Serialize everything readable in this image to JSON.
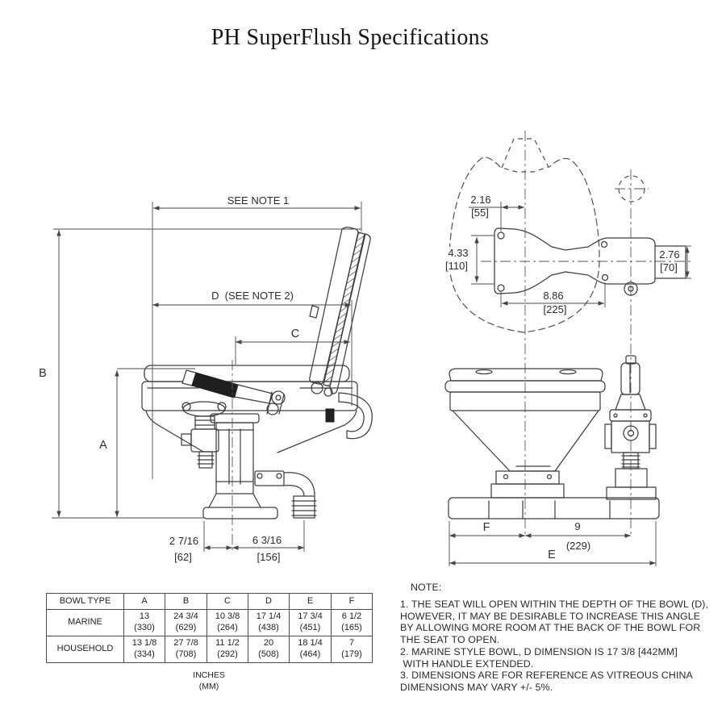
{
  "title": "PH SuperFlush Specifications",
  "colors": {
    "ink": "#3d3d3d",
    "text": "#2b2b2b",
    "handle_grip": "#1f1f1f",
    "background": "#ffffff"
  },
  "side_view": {
    "see_note_1": "SEE NOTE 1",
    "dim_d": "D  (SEE NOTE 2)",
    "dim_c": "C",
    "dim_b": "B",
    "dim_a": "A",
    "offset_in": "2 7/16",
    "offset_mm": "[62]",
    "outlet_in": "6 3/16",
    "outlet_mm": "[156]"
  },
  "top_view": {
    "bolt_offset_in": "2.16",
    "bolt_offset_mm": "[55]",
    "bolt_span_in": "4.33",
    "bolt_span_mm": "[110]",
    "bolt_depth_in": "8.86",
    "bolt_depth_mm": "[225]",
    "discharge_in": "2.76",
    "discharge_mm": "[70]"
  },
  "front_view": {
    "dim_f": "F",
    "pump_offset_in": "9",
    "pump_offset_mm": "(229)",
    "dim_e": "E"
  },
  "table": {
    "headers": [
      "BOWL TYPE",
      "A",
      "B",
      "C",
      "D",
      "E",
      "F"
    ],
    "rows": [
      {
        "label": "MARINE",
        "cells": [
          {
            "in": "13",
            "mm": "(330)"
          },
          {
            "in": "24 3/4",
            "mm": "(629)"
          },
          {
            "in": "10 3/8",
            "mm": "(264)"
          },
          {
            "in": "17 1/4",
            "mm": "(438)"
          },
          {
            "in": "17 3/4",
            "mm": "(451)"
          },
          {
            "in": "6 1/2",
            "mm": "(165)"
          }
        ]
      },
      {
        "label": "HOUSEHOLD",
        "cells": [
          {
            "in": "13 1/8",
            "mm": "(334)"
          },
          {
            "in": "27 7/8",
            "mm": "(708)"
          },
          {
            "in": "11 1/2",
            "mm": "(292)"
          },
          {
            "in": "20",
            "mm": "(508)"
          },
          {
            "in": "18 1/4",
            "mm": "(464)"
          },
          {
            "in": "7",
            "mm": "(179)"
          }
        ]
      }
    ],
    "units_inches": "INCHES",
    "units_mm": "(MM)"
  },
  "notes": {
    "heading": "NOTE:",
    "lines": [
      "1. THE SEAT WILL OPEN WITHIN THE DEPTH OF THE BOWL (D),",
      "HOWEVER, IT MAY BE DESIRABLE TO INCREASE THIS ANGLE",
      "BY ALLOWING MORE ROOM AT THE BACK OF THE BOWL FOR",
      "THE SEAT TO OPEN.",
      "2. MARINE STYLE BOWL, D DIMENSION IS 17 3/8 [442MM]",
      " WITH HANDLE EXTENDED.",
      "3. DIMENSIONS ARE FOR REFERENCE AS VITREOUS CHINA",
      "DIMENSIONS MAY VARY +/- 5%."
    ]
  }
}
